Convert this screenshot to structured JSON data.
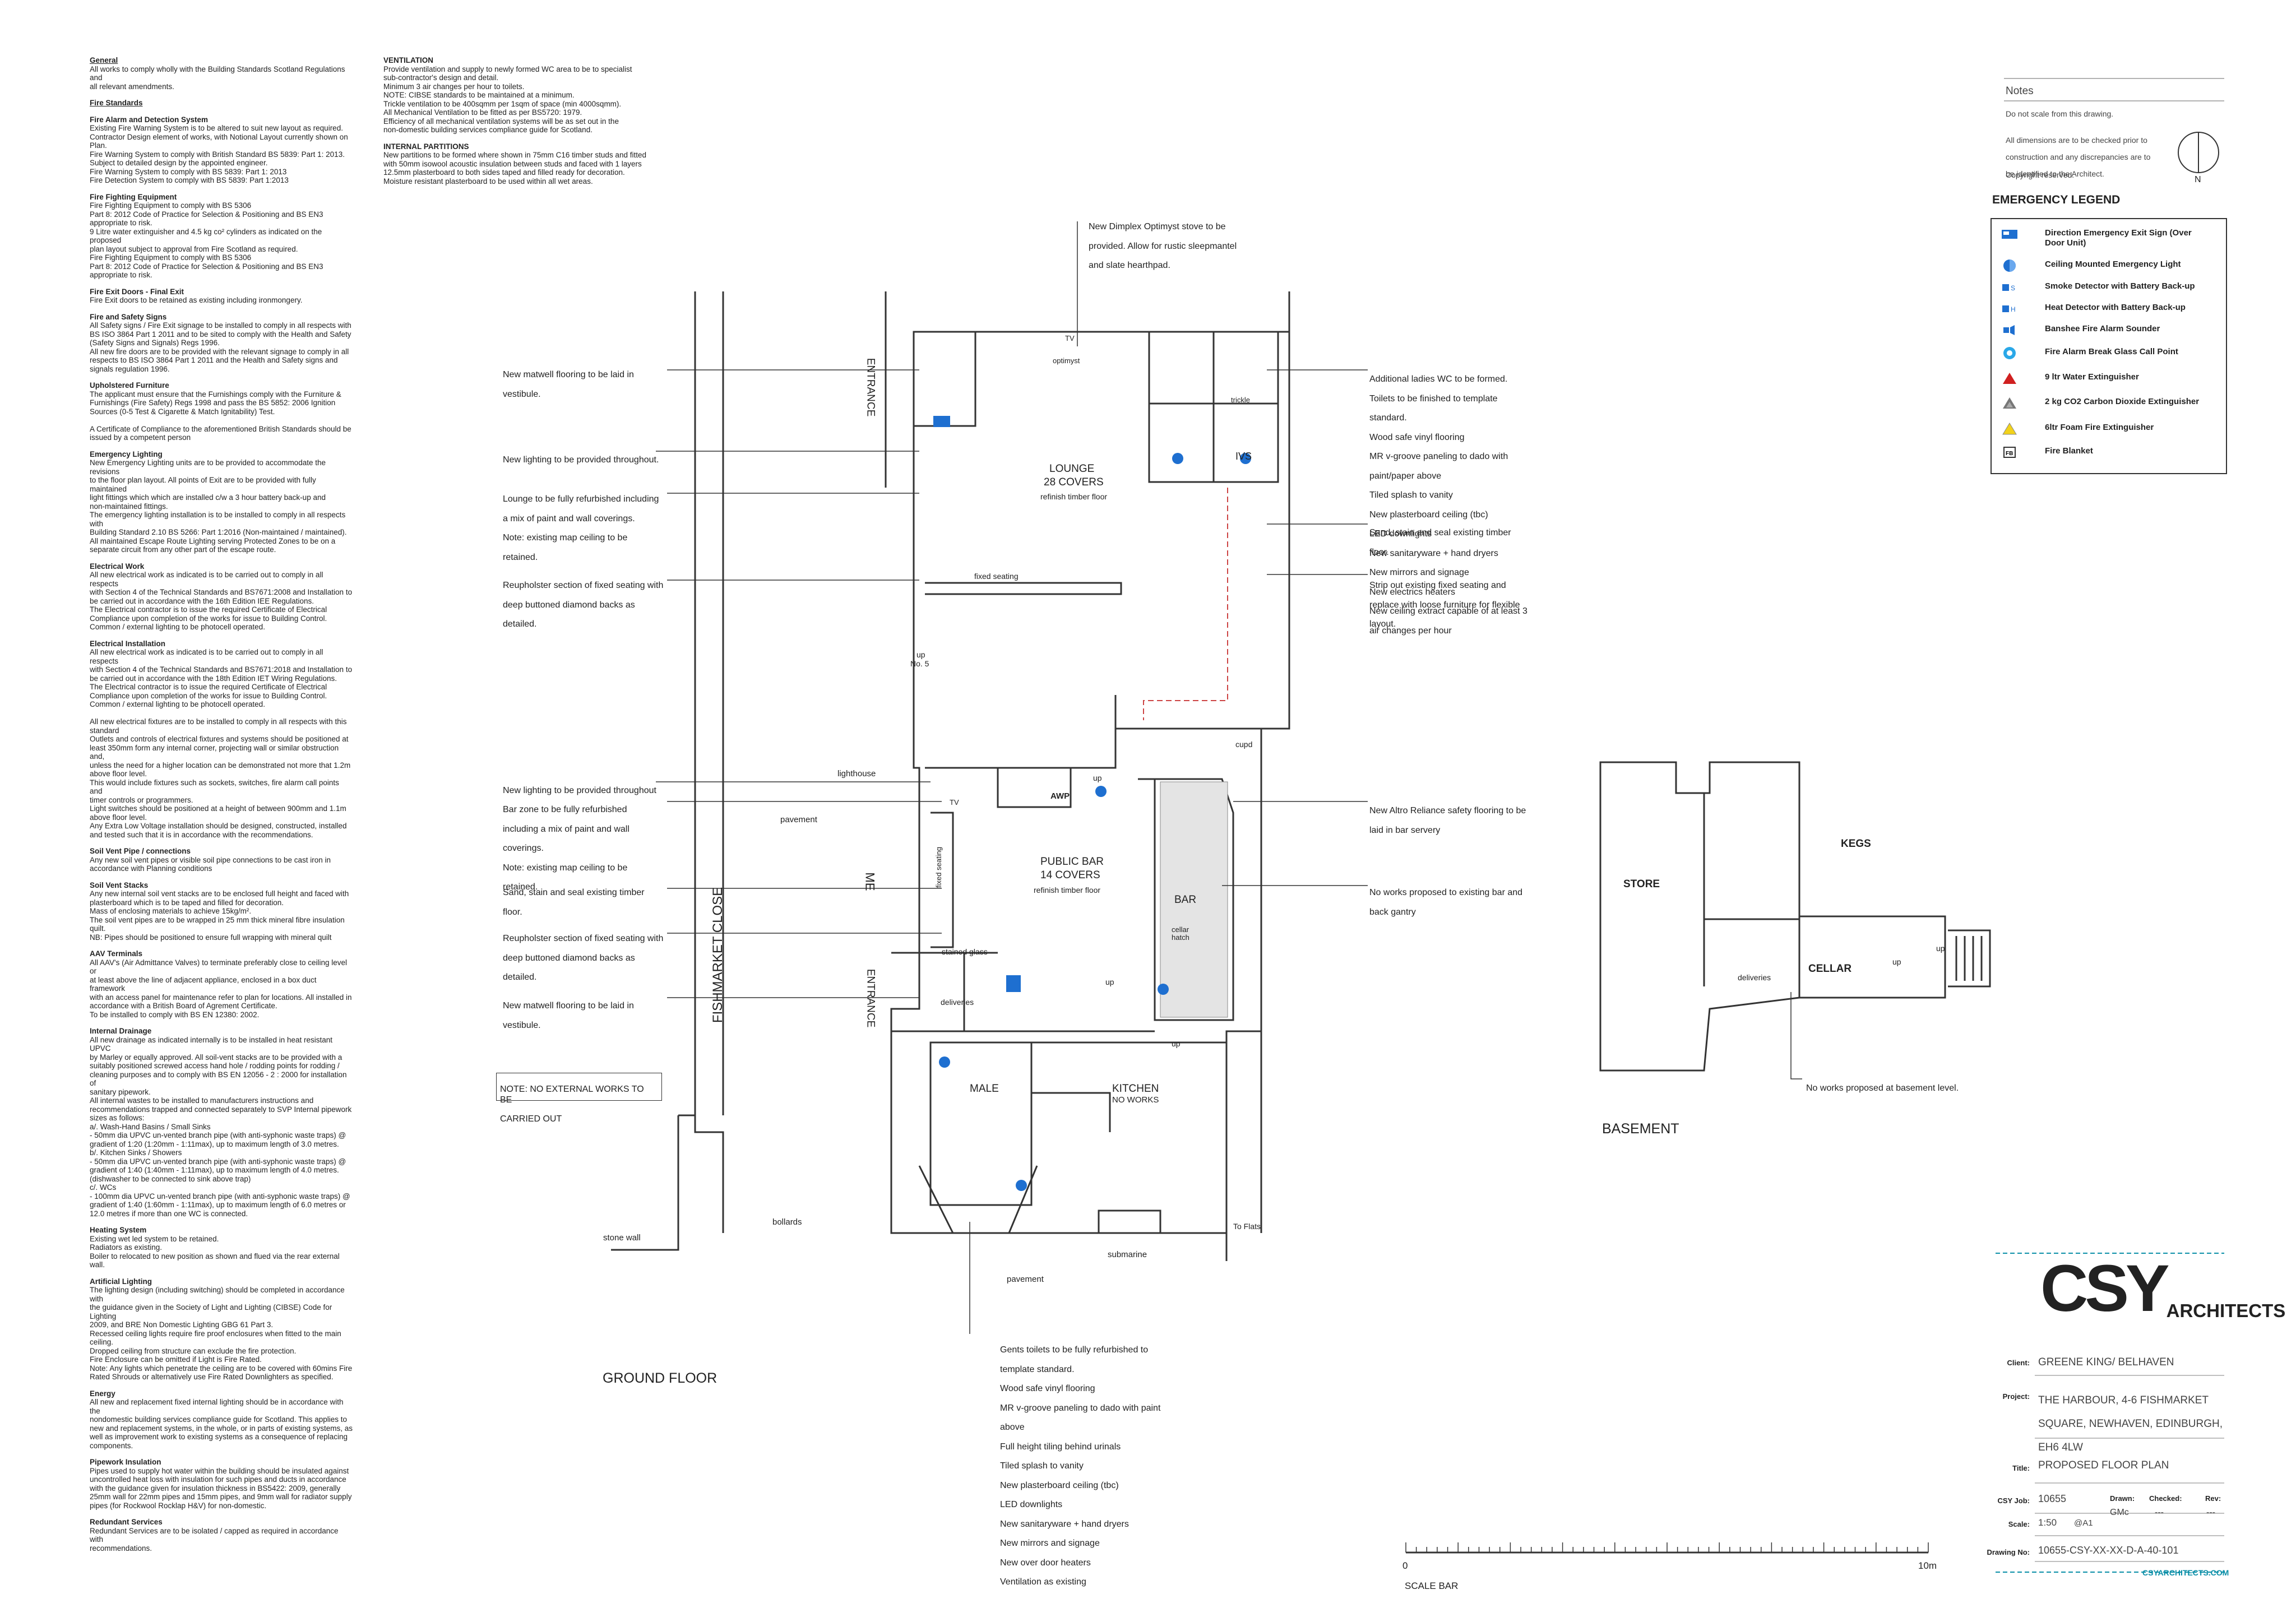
{
  "specs_col1": [
    {
      "title": "General",
      "underline": true,
      "lines": [
        "All works to comply wholly with the Building Standards Scotland Regulations and",
        "all relevant amendments."
      ]
    },
    {
      "title": "Fire Standards",
      "underline": true,
      "lines": []
    },
    {
      "title": "Fire Alarm and Detection System",
      "lines": [
        "Existing Fire Warning System is to be altered to suit new layout as required.",
        "Contractor Design element of works, with Notional Layout currently shown on",
        "Plan.",
        "Fire Warning System to comply with British Standard BS 5839: Part 1: 2013.",
        "Subject to detailed design by the appointed engineer.",
        "Fire Warning System to comply with BS 5839: Part 1: 2013",
        "Fire Detection System to comply with BS 5839: Part 1:2013"
      ]
    },
    {
      "title": "Fire Fighting Equipment",
      "lines": [
        "Fire Fighting Equipment to comply with BS 5306",
        "Part 8: 2012 Code of Practice for Selection & Positioning and BS EN3",
        "appropriate to risk.",
        "9 Litre water extinguisher and 4.5 kg co² cylinders as indicated on the proposed",
        "plan layout subject to approval from Fire Scotland as required.",
        "Fire Fighting Equipment to comply with BS 5306",
        "Part 8: 2012 Code of Practice for Selection & Positioning and BS EN3",
        "appropriate to risk."
      ]
    },
    {
      "title": "Fire Exit Doors - Final Exit",
      "lines": [
        "Fire Exit doors to be retained as existing including ironmongery."
      ]
    },
    {
      "title": "Fire and Safety Signs",
      "lines": [
        "All Safety signs / Fire Exit signage to be installed to comply in all respects with",
        "BS ISO 3864 Part 1 2011 and to be sited to comply with the Health and Safety",
        "(Safety Signs and Signals) Regs 1996.",
        "All new fire doors are to be provided with the relevant signage to comply in all",
        "respects to BS ISO 3864 Part 1 2011 and the Health and Safety signs and",
        "signals regulation 1996."
      ]
    },
    {
      "title": "Upholstered Furniture",
      "lines": [
        "The applicant must ensure that the Furnishings comply with the Furniture &",
        "Furnishings (Fire Safety) Regs 1998 and pass the BS 5852: 2006 Ignition",
        "Sources (0-5 Test & Cigarette & Match Ignitability) Test.",
        "",
        "A Certificate of Compliance to the aforementioned British Standards should be",
        "issued by a competent person"
      ]
    },
    {
      "title": "Emergency Lighting",
      "lines": [
        "New Emergency Lighting units are to be provided to accommodate the revisions",
        "to the floor plan layout. All points of Exit are to be provided with fully maintained",
        "light fittings which which are installed c/w a 3 hour battery back-up and",
        "non-maintained fittings.",
        "The emergency lighting installation is to be installed to comply in all respects with",
        "Building Standard 2.10 BS 5266: Part 1:2016 (Non-maintained / maintained).",
        "All maintained Escape Route Lighting serving Protected Zones to be on a",
        "separate circuit from any other part of the escape route."
      ]
    },
    {
      "title": "Electrical Work",
      "lines": [
        "All new electrical work as indicated is to be carried out to comply in all respects",
        "with Section 4 of the Technical Standards and BS7671:2008 and Installation to",
        "be carried out in accordance with the 16th Edition IEE Regulations.",
        "The Electrical contractor is to issue the required Certificate of Electrical",
        "Compliance upon completion of the works for issue to Building Control.",
        "Common / external lighting to be photocell operated."
      ]
    },
    {
      "title": "Electrical Installation",
      "lines": [
        "All new electrical work as indicated is to be carried out to comply in all respects",
        "with Section 4 of the Technical Standards and BS7671:2018 and Installation to",
        "be carried out in accordance with the 18th Edition IET Wiring Regulations.",
        "The Electrical contractor is to issue the required Certificate of Electrical",
        "Compliance upon completion of the works for issue to Building Control.",
        "Common / external lighting to be photocell operated.",
        "",
        "All new electrical fixtures are to be installed to comply in all respects with this",
        "standard",
        "Outlets and controls of electrical fixtures and systems should be positioned at",
        "least 350mm form any internal corner, projecting wall or similar obstruction and,",
        "unless the need for a higher location can be demonstrated not more that 1.2m",
        "above floor level.",
        "This would include fixtures such as sockets, switches, fire alarm call points and",
        "timer controls or programmers.",
        "Light switches should be positioned at a height of between 900mm and 1.1m",
        "above floor level.",
        "Any Extra Low Voltage installation should be designed, constructed, installed",
        "and tested such that it is in accordance with the recommendations."
      ]
    },
    {
      "title": "Soil Vent Pipe / connections",
      "lines": [
        "Any new soil vent pipes or visible soil pipe connections to be cast iron in",
        "accordance with Planning conditions"
      ]
    },
    {
      "title": "Soil Vent Stacks",
      "lines": [
        "Any new internal soil vent stacks are to be enclosed full height and faced with",
        "plasterboard which is to be taped and filled for decoration.",
        "Mass of enclosing materials to achieve 15kg/m².",
        "The soil vent pipes are to be wrapped in 25 mm thick mineral fibre insulation",
        "quilt.",
        "NB: Pipes should be positioned to ensure full wrapping with mineral quilt"
      ]
    },
    {
      "title": "AAV Terminals",
      "lines": [
        "All AAV's (Air Admittance Valves) to terminate preferably close to ceiling level or",
        "at least above the line of adjacent appliance, enclosed in a box duct framework",
        "with an access panel for maintenance refer to plan for locations. All installed in",
        "accordance with a British Board of Agrement Certificate.",
        "To be installed to comply with BS EN 12380: 2002."
      ]
    },
    {
      "title": "Internal Drainage",
      "lines": [
        "All new drainage as indicated internally is to be installed in heat resistant UPVC",
        "by Marley or equally approved. All soil-vent stacks are to be provided with a",
        "suitably positioned screwed access hand hole / rodding points for rodding /",
        "cleaning purposes and to comply with BS EN 12056 - 2 : 2000 for installation of",
        "sanitary pipework.",
        "All internal wastes to be installed to manufacturers instructions and",
        "recommendations trapped and connected separately to SVP Internal pipework",
        "sizes as follows:",
        "a/. Wash-Hand Basins / Small Sinks",
        "- 50mm dia UPVC un-vented branch pipe (with anti-syphonic waste traps) @",
        "gradient of 1:20 (1:20mm - 1:11max), up to maximum length of 3.0 metres.",
        "b/. Kitchen Sinks / Showers",
        "- 50mm dia UPVC un-vented branch pipe (with anti-syphonic waste traps) @",
        "gradient of 1:40 (1:40mm - 1:11max), up to maximum length of 4.0 metres.",
        "(dishwasher to be connected to sink above trap)",
        "c/. WCs",
        "- 100mm dia UPVC un-vented branch pipe (with anti-syphonic waste traps) @",
        "gradient of 1:40 (1:60mm - 1:11max), up to maximum length of 6.0 metres or",
        "12.0 metres if more than one WC is connected."
      ]
    },
    {
      "title": "Heating System",
      "lines": [
        "Existing wet led system to be retained.",
        "Radiators as existing.",
        "Boiler to relocated to new position as shown and flued via the rear external wall."
      ]
    },
    {
      "title": "Artificial Lighting",
      "lines": [
        "The lighting design (including switching) should be completed in accordance with",
        "the guidance given in the Society of Light and Lighting (CIBSE) Code for Lighting",
        "2009, and BRE Non Domestic Lighting GBG 61 Part 3.",
        "Recessed ceiling lights require fire proof enclosures when fitted to the main",
        "ceiling.",
        "Dropped ceiling from structure can exclude the fire protection.",
        "Fire Enclosure can be omitted if Light is Fire Rated.",
        "Note: Any lights which penetrate the ceiling are to be covered with 60mins Fire",
        "Rated Shrouds or alternatively use Fire Rated Downlighters as specified."
      ]
    },
    {
      "title": "Energy",
      "lines": [
        "All new and replacement fixed internal lighting should be in accordance with the",
        "nondomestic building services compliance guide for Scotland. This applies to",
        "new and replacement systems, in the whole, or in parts of existing systems, as",
        "well as improvement work to existing systems as a consequence of replacing",
        "components."
      ]
    },
    {
      "title": "Pipework Insulation",
      "lines": [
        "Pipes used to supply hot water within the building should be insulated against",
        "uncontrolled heat loss with insulation for such pipes and ducts in accordance",
        "with the guidance given for insulation thickness in BS5422: 2009, generally",
        "25mm wall for 22mm pipes and 15mm pipes, and 9mm wall for radiator supply",
        "pipes (for Rockwool Rocklap H&V) for non-domestic."
      ]
    },
    {
      "title": "Redundant Services",
      "lines": [
        "Redundant Services are to be isolated / capped as required in accordance with",
        "recommendations."
      ]
    }
  ],
  "specs_col2": [
    {
      "title": "VENTILATION",
      "lines": [
        "Provide ventilation and supply to newly formed WC area to be to specialist",
        "sub-contractor's design and detail.",
        "Minimum 3 air changes per hour to toilets.",
        "NOTE:          CIBSE standards to be maintained at a minimum.",
        "Trickle ventilation to be 400sqmm per 1sqm of space (min 4000sqmm).",
        "All Mechanical Ventilation to be fitted as per BS5720: 1979.",
        "Efficiency of all mechanical ventilation systems will be as set out in the",
        "non-domestic building services compliance guide for Scotland."
      ]
    },
    {
      "title": "INTERNAL PARTITIONS",
      "lines": [
        "New partitions to be formed where shown in 75mm C16 timber studs and fitted",
        "with 50mm isowool acoustic insulation between studs and faced with 1 layers",
        "12.5mm plasterboard to both sides taped and filled ready for decoration.",
        "Moisture resistant plasterboard to be used within all wet areas."
      ]
    }
  ],
  "annotations_left": [
    {
      "id": "matwell-1",
      "text": [
        "New matwell flooring to be laid in",
        "vestibule."
      ]
    },
    {
      "id": "lighting-1",
      "text": [
        "New lighting to be provided throughout."
      ]
    },
    {
      "id": "lounge-refurb",
      "text": [
        "Lounge to be fully refurbished including",
        "a mix of paint and wall coverings.",
        "Note: existing map ceiling to be",
        "retained."
      ]
    },
    {
      "id": "reupholster-1",
      "text": [
        "Reupholster section of fixed seating with",
        "deep buttoned diamond backs as",
        "detailed."
      ]
    },
    {
      "id": "lighting-2",
      "text": [
        "New lighting to be provided throughout"
      ]
    },
    {
      "id": "bar-refurb",
      "text": [
        "Bar zone to be fully refurbished",
        "including a mix of paint and wall",
        "coverings.",
        "Note: existing map ceiling to be",
        "retained."
      ]
    },
    {
      "id": "sand-stain-1",
      "text": [
        "Sand, stain and seal existing timber",
        "floor."
      ]
    },
    {
      "id": "reupholster-2",
      "text": [
        "Reupholster section of fixed seating with",
        "deep buttoned diamond backs as",
        "detailed."
      ]
    },
    {
      "id": "matwell-2",
      "text": [
        "New matwell flooring to be laid in",
        "vestibule."
      ]
    }
  ],
  "annotations_right": [
    {
      "id": "ladies-wc",
      "text": [
        "Additional ladies WC to be formed.",
        "Toilets to be finished to template",
        "standard.",
        "Wood safe vinyl flooring",
        "MR v-groove paneling to dado with",
        "paint/paper above",
        "Tiled splash to vanity",
        "New plasterboard ceiling (tbc)",
        "LED downlights",
        "New sanitaryware + hand dryers",
        "New mirrors and signage",
        "New electrics heaters",
        "New ceiling extract capable of at least 3",
        "air changes per hour"
      ]
    },
    {
      "id": "sand-stain-2",
      "text": [
        "Sand, stain and seal existing timber",
        "floor."
      ]
    },
    {
      "id": "strip-seating",
      "text": [
        "Strip out existing fixed seating and",
        "replace with loose furniture for flexible",
        "layout."
      ]
    },
    {
      "id": "altro",
      "text": [
        "New Altro Reliance safety flooring to be",
        "laid in bar servery"
      ]
    },
    {
      "id": "no-works-bar",
      "text": [
        "No works proposed to existing bar and",
        "back gantry"
      ]
    }
  ],
  "annotation_stove": [
    "New Dimplex Optimyst stove to be",
    "provided. Allow for rustic sleepmantel",
    "and slate hearthpad."
  ],
  "annotation_gents": [
    "Gents toilets to be fully refurbished to",
    "template standard.",
    "Wood safe vinyl flooring",
    "MR v-groove paneling to dado with paint",
    "above",
    "Full height tiling behind urinals",
    "Tiled splash to vanity",
    "New plasterboard ceiling (tbc)",
    "LED downlights",
    "New sanitaryware + hand dryers",
    "New mirrors and signage",
    "New over door heaters",
    "Ventilation as existing"
  ],
  "annotation_basement": [
    "No works proposed at basement level."
  ],
  "note_external": [
    "NOTE: NO EXTERNAL WORKS TO BE",
    "CARRIED OUT"
  ],
  "plan_labels": {
    "entrance_top": "ENTRANCE",
    "entrance_bottom": "ENTRANCE",
    "lounge": "LOUNGE",
    "lounge_covers": "28 COVERS",
    "lounge_floor": "refinish timber floor",
    "optimyst": "optimyst",
    "tv": "TV",
    "ivs": "IVS",
    "trickle": "trickle",
    "fixed_seating": "fixed seating",
    "fixed_seating_v": "fixed seating",
    "up_no5": "up",
    "no5": "No. 5",
    "cupd": "cupd",
    "lighthouse": "lighthouse",
    "pavement": "pavement",
    "awp": "AWP",
    "tv2": "TV",
    "up_bar": "up",
    "public_bar": "PUBLIC BAR",
    "bar_covers": "14 COVERS",
    "bar_floor": "refinish timber floor",
    "bar": "BAR",
    "cellar_hatch": "cellar hatch",
    "stained_glass": "stained glass",
    "deliveries": "deliveries",
    "up_mid": "up",
    "up_kitchen": "up",
    "fishmarket": "FISHMARKET CLOSE",
    "male": "MALE",
    "kitchen": "KITCHEN",
    "no_works": "NO WORKS",
    "stone_wall": "stone wall",
    "bollards": "bollards",
    "submarine": "submarine",
    "to_flats": "To Flats",
    "pavement_bottom": "pavement",
    "ground_floor": "GROUND FLOOR",
    "me": "ME"
  },
  "basement_labels": {
    "store": "STORE",
    "kegs": "KEGS",
    "cellar": "CELLAR",
    "deliveries": "deliveries",
    "up1": "up",
    "up2": "up",
    "title": "BASEMENT"
  },
  "notes_box": {
    "title": "Notes",
    "line1": "Do not scale from this drawing.",
    "line2": [
      "All dimensions are to be checked prior to",
      "construction and any discrepancies are to",
      "be identified to the Architect."
    ],
    "line3": "Copyright reserved.",
    "north": "N"
  },
  "legend": {
    "title": "EMERGENCY  LEGEND",
    "items": [
      {
        "icon": "exit-sign-icon",
        "label": [
          "Direction Emergency Exit Sign (Over",
          "Door Unit)"
        ]
      },
      {
        "icon": "emergency-light-icon",
        "label": [
          "Ceiling Mounted Emergency Light"
        ]
      },
      {
        "icon": "smoke-detector-icon",
        "label": [
          "Smoke Detector with Battery Back-up"
        ],
        "code": "S"
      },
      {
        "icon": "heat-detector-icon",
        "label": [
          "Heat Detector with Battery Back-up"
        ],
        "code": "H"
      },
      {
        "icon": "sounder-icon",
        "label": [
          "Banshee Fire Alarm Sounder"
        ]
      },
      {
        "icon": "break-glass-icon",
        "label": [
          "Fire Alarm Break Glass Call Point"
        ]
      },
      {
        "icon": "water-extinguisher-icon",
        "label": [
          "9 ltr Water Extinguisher"
        ]
      },
      {
        "icon": "co2-extinguisher-icon",
        "label": [
          "2 kg CO2 Carbon Dioxide Extinguisher"
        ]
      },
      {
        "icon": "foam-extinguisher-icon",
        "label": [
          "6ltr Foam Fire Extinguisher"
        ]
      },
      {
        "icon": "fire-blanket-icon",
        "label": [
          "Fire Blanket"
        ],
        "code": "FB"
      }
    ]
  },
  "title_block": {
    "logo_main": "CSY",
    "logo_sub": "ARCHITECTS",
    "client_label": "Client:",
    "client": "GREENE KING/ BELHAVEN",
    "project_label": "Project:",
    "project": [
      "THE HARBOUR, 4-6 FISHMARKET",
      "SQUARE, NEWHAVEN, EDINBURGH,",
      "EH6 4LW"
    ],
    "title_label": "Title:",
    "title": "PROPOSED FLOOR PLAN",
    "job_label": "CSY Job:",
    "job": "10655",
    "drawn_label": "Drawn:",
    "drawn": "GMc",
    "checked_label": "Checked:",
    "checked": "---",
    "rev_label": "Rev:",
    "rev": "---",
    "scale_label": "Scale:",
    "scale": "1:50",
    "sheet": "@A1",
    "drawing_label": "Drawing No:",
    "drawing": "10655-CSY-XX-XX-D-A-40-101",
    "website": "CSYARCHITECTS.COM"
  },
  "scale_bar": {
    "start": "0",
    "end": "10m",
    "label": "SCALE BAR"
  },
  "colors": {
    "line": "#333333",
    "accent": "#0b8fa8",
    "blue": "#1e6fd0",
    "red": "#d02020",
    "hatch": "#999999"
  }
}
